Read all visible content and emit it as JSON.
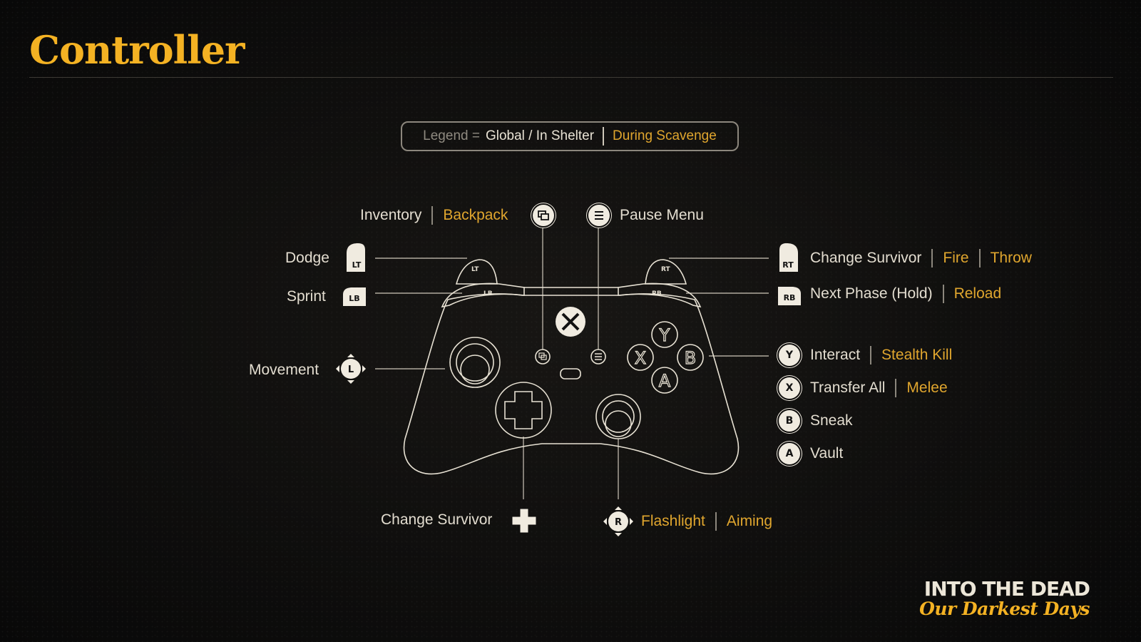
{
  "page": {
    "title": "Controller"
  },
  "legend": {
    "prefix": "Legend =",
    "global": "Global / In Shelter",
    "scavenge": "During Scavenge"
  },
  "bindings": {
    "view": {
      "global": "Inventory",
      "scavenge": "Backpack"
    },
    "menu": {
      "global": "Pause Menu"
    },
    "lt": {
      "global": "Dodge",
      "key": "LT"
    },
    "lb": {
      "global": "Sprint",
      "key": "LB"
    },
    "ls": {
      "global": "Movement",
      "key": "L"
    },
    "rt": {
      "global": "Change Survivor",
      "scavenge_1": "Fire",
      "scavenge_2": "Throw",
      "key": "RT"
    },
    "rb": {
      "global": "Next Phase (Hold)",
      "scavenge": "Reload",
      "key": "RB"
    },
    "y": {
      "global": "Interact",
      "scavenge": "Stealth Kill",
      "key": "Y"
    },
    "x": {
      "global": "Transfer All",
      "scavenge": "Melee",
      "key": "X"
    },
    "b": {
      "global": "Sneak",
      "key": "B"
    },
    "a": {
      "global": "Vault",
      "key": "A"
    },
    "dpad": {
      "global": "Change Survivor"
    },
    "rs": {
      "scavenge_1": "Flashlight",
      "scavenge_2": "Aiming",
      "key": "R"
    }
  },
  "controller": {
    "lt": "LT",
    "rt": "RT",
    "lb": "LB",
    "rb": "RB",
    "y": "Y",
    "x": "X",
    "b": "B",
    "a": "A"
  },
  "logo": {
    "line1": "INTO THE DEAD",
    "line2": "Our Darkest Days"
  },
  "colors": {
    "accent": "#f4b223",
    "scavenge": "#e0a62e",
    "text": "#e3ddd0",
    "background": "#0e0d0c"
  }
}
